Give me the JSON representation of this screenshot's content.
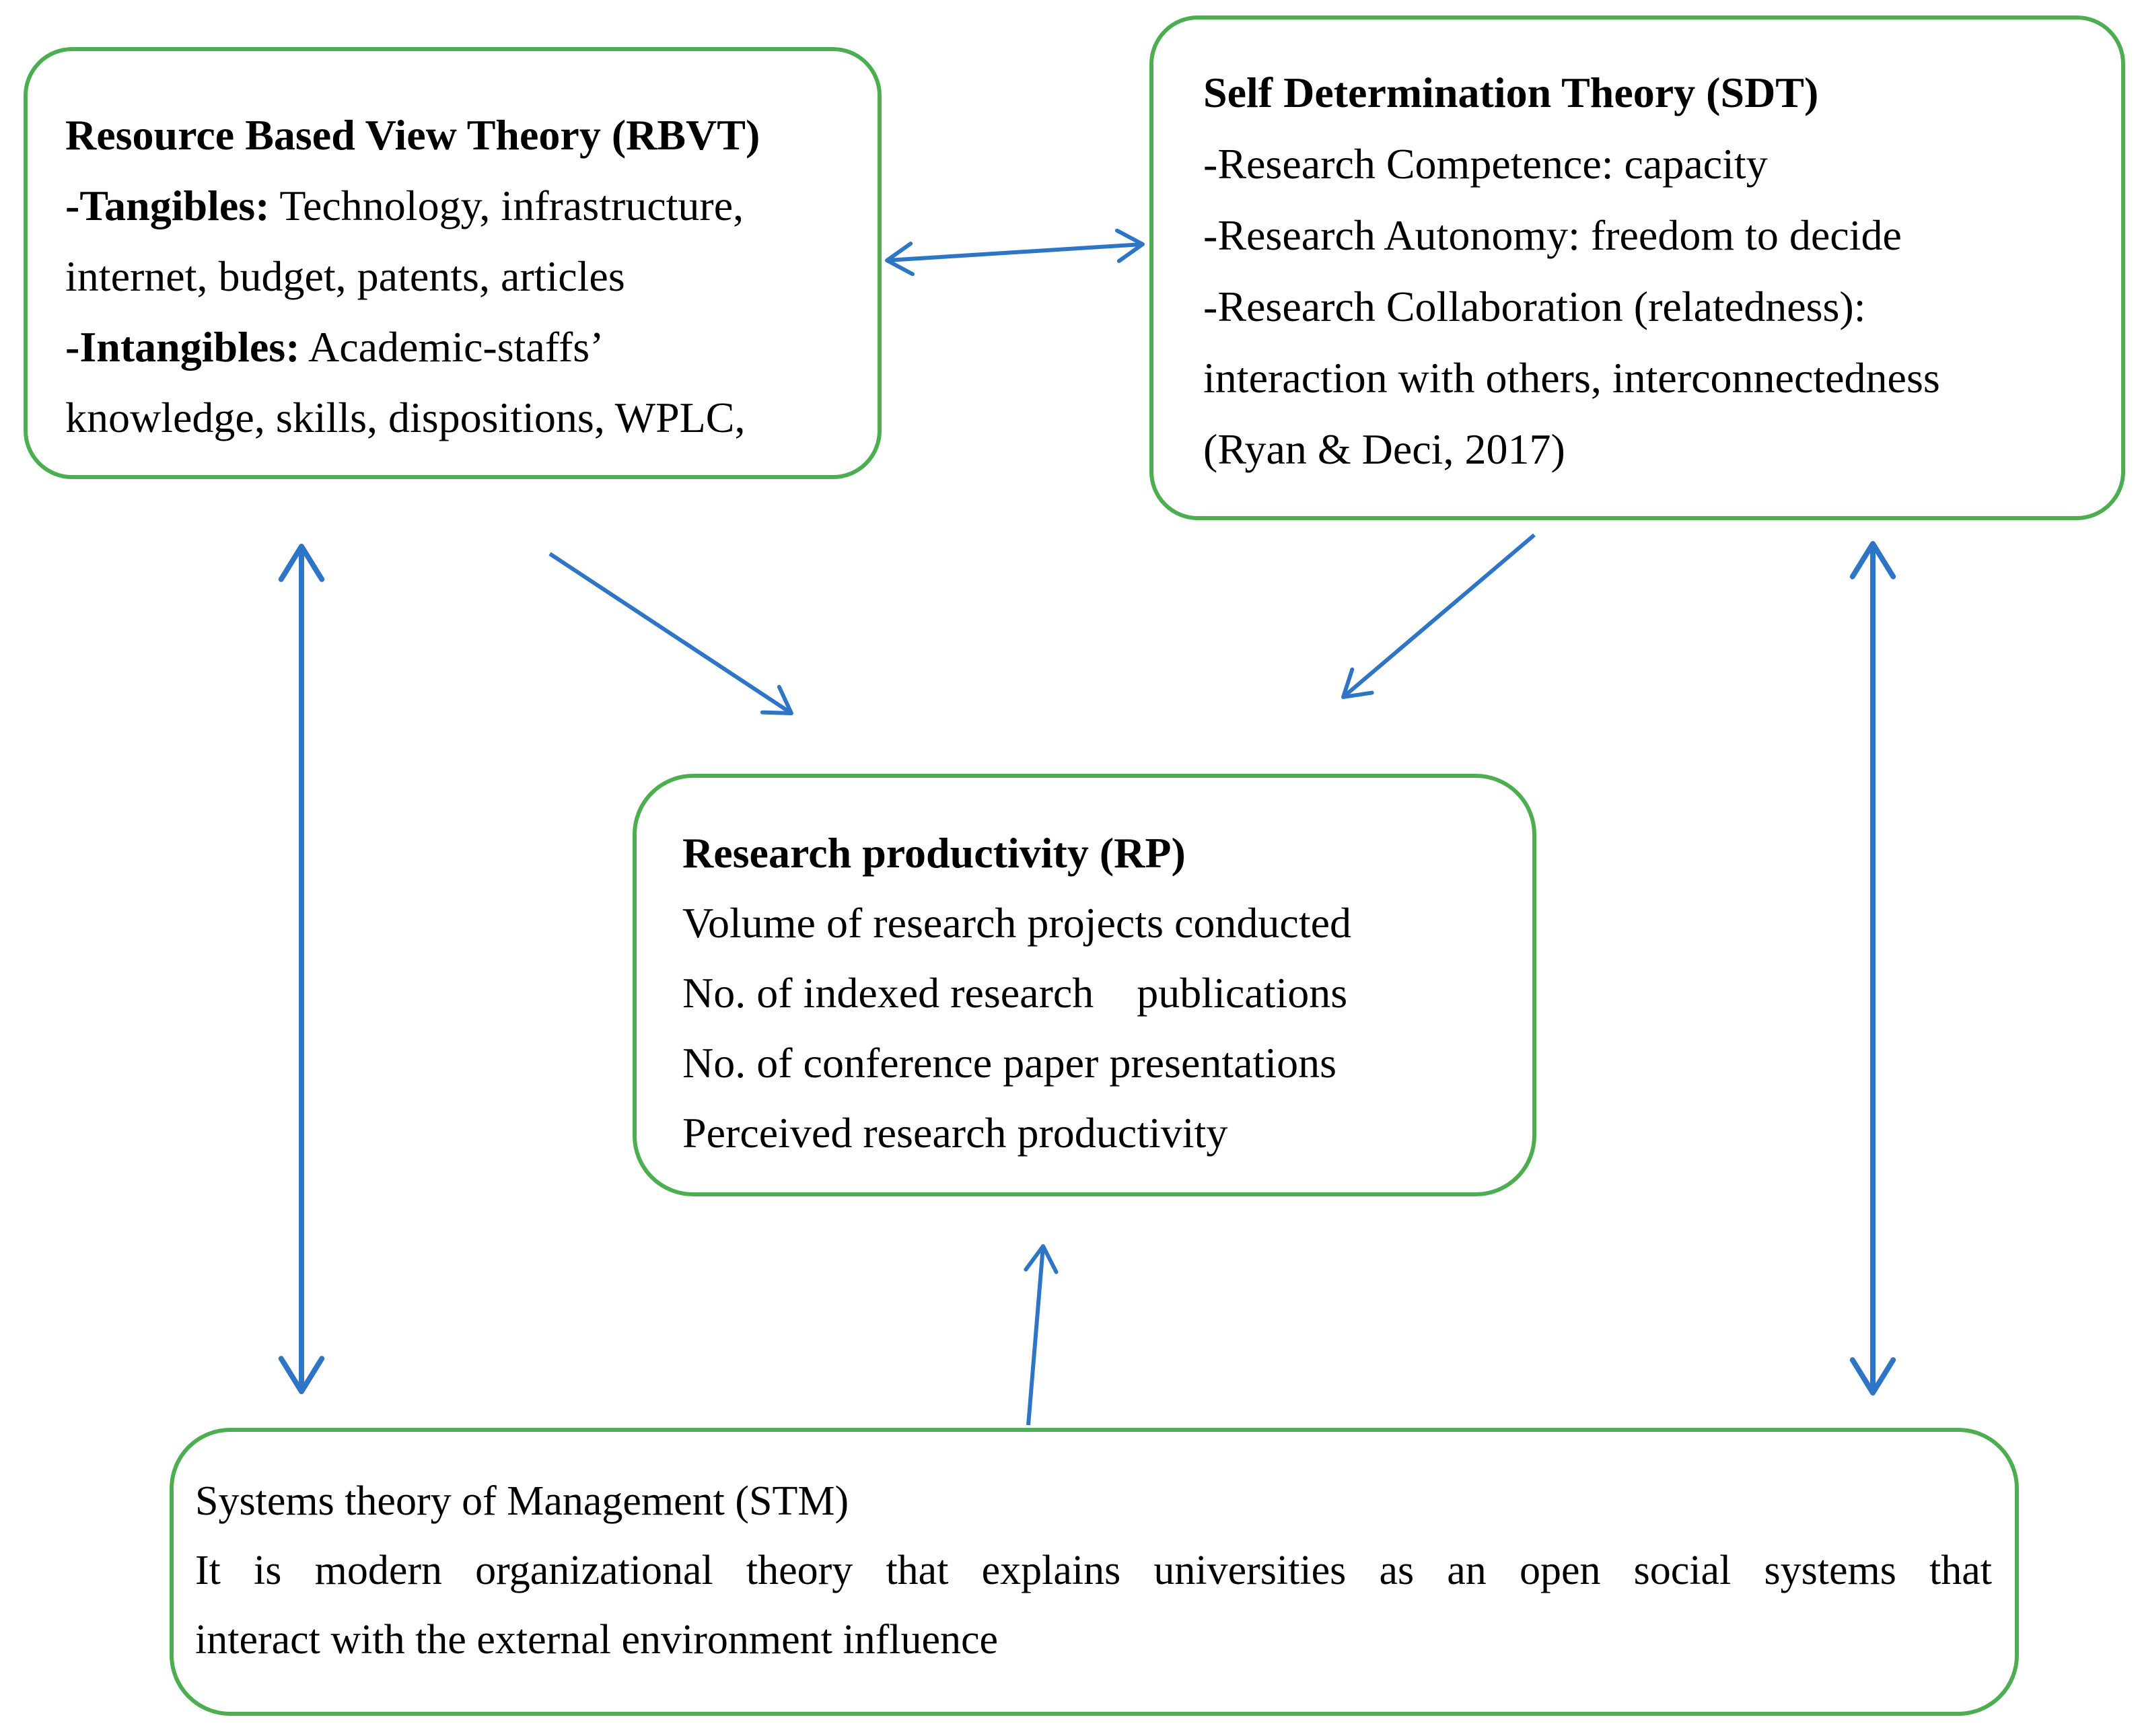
{
  "figure": {
    "type": "concept-diagram",
    "background": "#FFFFFF"
  },
  "colors": {
    "box_border": "#4CAE50",
    "arrow": "#2E75C6",
    "text": "#000000"
  },
  "boxes": {
    "rbvt": {
      "id": "RBVT",
      "lines": [
        {
          "bold": "Resource Based View Theory (RBVT)",
          "rest": ""
        },
        {
          "bold": "-Tangibles:",
          "rest": " Technology, infrastructure,"
        },
        {
          "bold": "",
          "rest": "internet, budget, patents, articles"
        },
        {
          "bold": "-Intangibles:",
          "rest": " Academic-staffs’"
        },
        {
          "bold": "",
          "rest": "knowledge, skills, dispositions, WPLC,"
        }
      ]
    },
    "sdt": {
      "id": "SDT",
      "lines": [
        {
          "bold": "Self Determination Theory (SDT)",
          "rest": ""
        },
        {
          "bold": "",
          "rest": "-Research Competence: capacity"
        },
        {
          "bold": "",
          "rest": "-Research Autonomy: freedom to decide"
        },
        {
          "bold": "",
          "rest": "-Research Collaboration (relatedness):"
        },
        {
          "bold": "",
          "rest": "interaction with others, interconnectedness"
        },
        {
          "bold": "",
          "rest": "(Ryan & Deci, 2017)"
        }
      ]
    },
    "rp": {
      "id": "RP",
      "lines": [
        {
          "bold": "Research productivity (RP)",
          "rest": ""
        },
        {
          "bold": "",
          "rest": "Volume of research projects conducted"
        },
        {
          "bold": "",
          "rest": "No. of indexed research    publications"
        },
        {
          "bold": "",
          "rest": "No. of conference paper presentations"
        },
        {
          "bold": "",
          "rest": "Perceived research productivity"
        }
      ]
    },
    "stm": {
      "id": "STM",
      "lines": [
        {
          "bold": "",
          "rest": "Systems theory of Management (STM)"
        },
        {
          "bold": "",
          "rest": "It is   modern organizational theory that explains universities as an open social systems that"
        },
        {
          "bold": "",
          "rest": "interact with the external environment influence"
        }
      ]
    }
  },
  "connections": [
    {
      "from": "RBVT",
      "to": "SDT",
      "bidirectional": true
    },
    {
      "from": "RBVT",
      "to": "RP",
      "bidirectional": false
    },
    {
      "from": "SDT",
      "to": "RP",
      "bidirectional": false
    },
    {
      "from": "RBVT",
      "to": "STM",
      "bidirectional": true
    },
    {
      "from": "SDT",
      "to": "STM",
      "bidirectional": true
    },
    {
      "from": "STM",
      "to": "RP",
      "bidirectional": false
    }
  ]
}
